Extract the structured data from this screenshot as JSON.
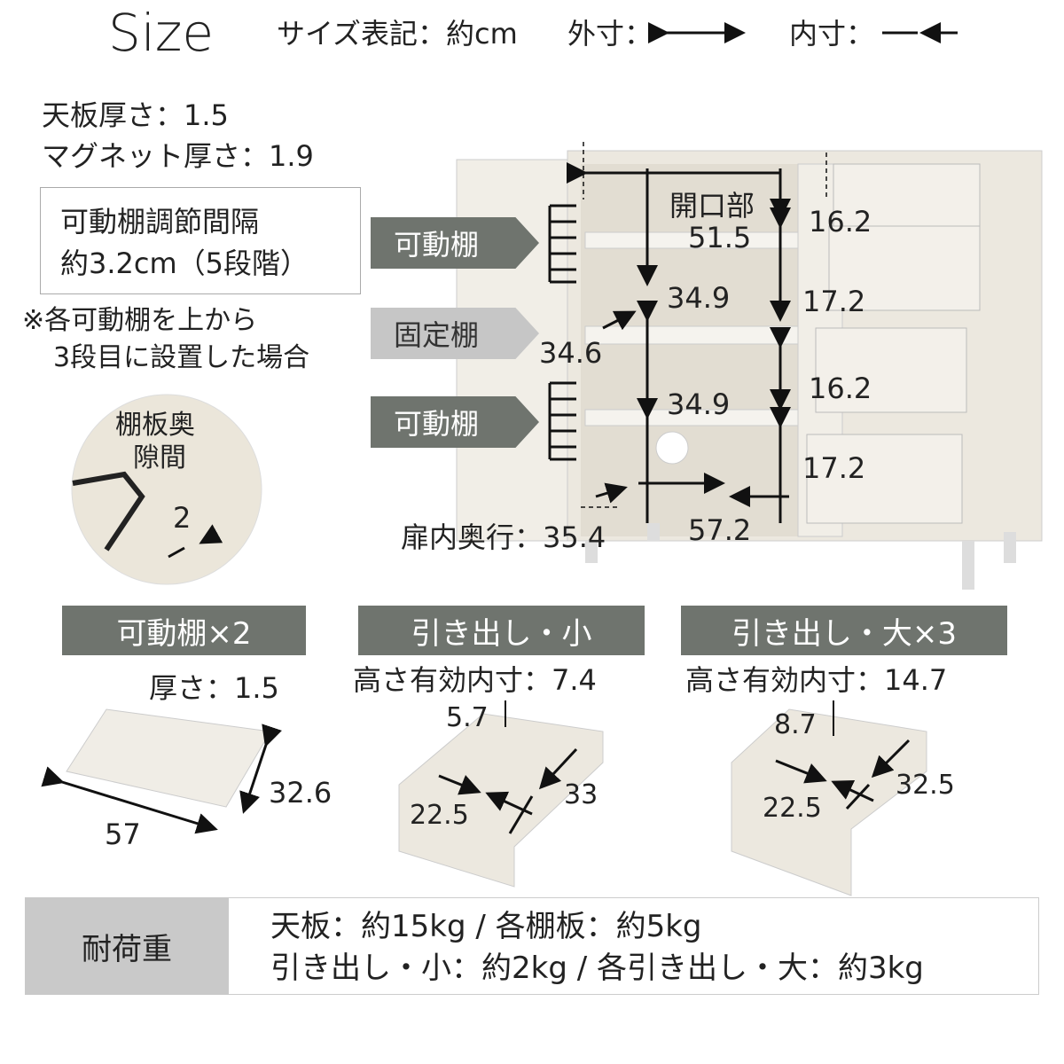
{
  "header": {
    "title": "Size",
    "notation": "サイズ表記：約cm",
    "outer_label": "外寸：",
    "inner_label": "内寸："
  },
  "specs": {
    "top_thickness": "天板厚さ：1.5",
    "magnet_thickness": "マグネット厚さ：1.9"
  },
  "adjust_box": {
    "line1": "可動棚調節間隔",
    "line2": "約3.2cm（5段階）"
  },
  "note": {
    "line1": "※各可動棚を上から",
    "line2": "3段目に設置した場合"
  },
  "gap_detail": {
    "line1": "棚板奥",
    "line2": "隙間",
    "value": "2"
  },
  "shelf_labels": {
    "movable_top": "可動棚",
    "fixed": "固定棚",
    "movable_bottom": "可動棚"
  },
  "cabinet": {
    "opening_label": "開口部",
    "opening_width": "51.5",
    "d1": "16.2",
    "d2": "17.2",
    "d3": "16.2",
    "d4": "17.2",
    "shelf_h1": "34.9",
    "shelf_h2": "34.9",
    "shelf_depth": "34.6",
    "door_depth": "扉内奥行：35.4",
    "inner_width": "57.2"
  },
  "sections": [
    {
      "title": "可動棚×2",
      "spec": "厚さ：1.5",
      "depth": "32.6",
      "width": "57"
    },
    {
      "title": "引き出し・小",
      "spec": "高さ有効内寸：7.4",
      "top": "5.7",
      "width": "22.5",
      "depth": "33"
    },
    {
      "title": "引き出し・大×3",
      "spec": "高さ有効内寸：14.7",
      "top": "8.7",
      "width": "22.5",
      "depth": "32.5"
    }
  ],
  "load": {
    "label": "耐荷重",
    "line1": "天板：約15kg / 各棚板：約5kg",
    "line2": "引き出し・小：約2kg / 各引き出し・大：約3kg"
  },
  "colors": {
    "header": "#6f746e",
    "fixed_label": "#c6c6c6",
    "wood": "#ece8df"
  }
}
